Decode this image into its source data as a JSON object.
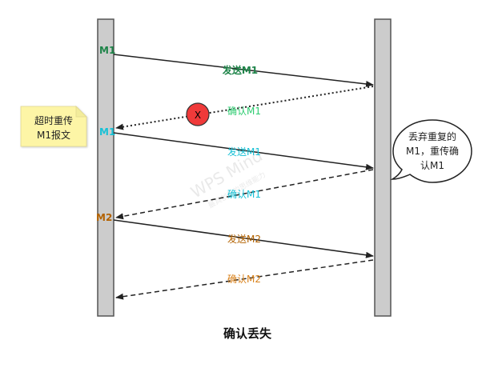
{
  "caption": "确认丢失",
  "sender_note": {
    "line1": "超时重传",
    "line2": "M1报文"
  },
  "receiver_note": {
    "line1": "丢弃重复的",
    "line2": "M1，重传确",
    "line3": "认M1"
  },
  "loss_marker": "X",
  "watermark": {
    "line1": "WPS Mind",
    "line2": "最具创新的思维能力"
  },
  "sender_markers": {
    "m1_first": "M1",
    "m1_retry": "M1",
    "m2": "M2"
  },
  "messages": [
    {
      "label": "发送M1",
      "color": "#1e8449",
      "style": "solid"
    },
    {
      "label": "确认M1",
      "color": "#2ecc71",
      "style": "dotted",
      "lost": true
    },
    {
      "label": "发送M1",
      "color": "#17c1d6",
      "style": "solid"
    },
    {
      "label": "确认M1",
      "color": "#17c1d6",
      "style": "dashed"
    },
    {
      "label": "发送M2",
      "color": "#b36200",
      "style": "solid"
    },
    {
      "label": "确认M2",
      "color": "#d9821c",
      "style": "dashed"
    }
  ],
  "colors": {
    "lifeline_fill": "#cccccc",
    "lifeline_stroke": "#555555",
    "note_fill": "#fdf5a6",
    "loss_marker_fill": "#f03a3a"
  }
}
